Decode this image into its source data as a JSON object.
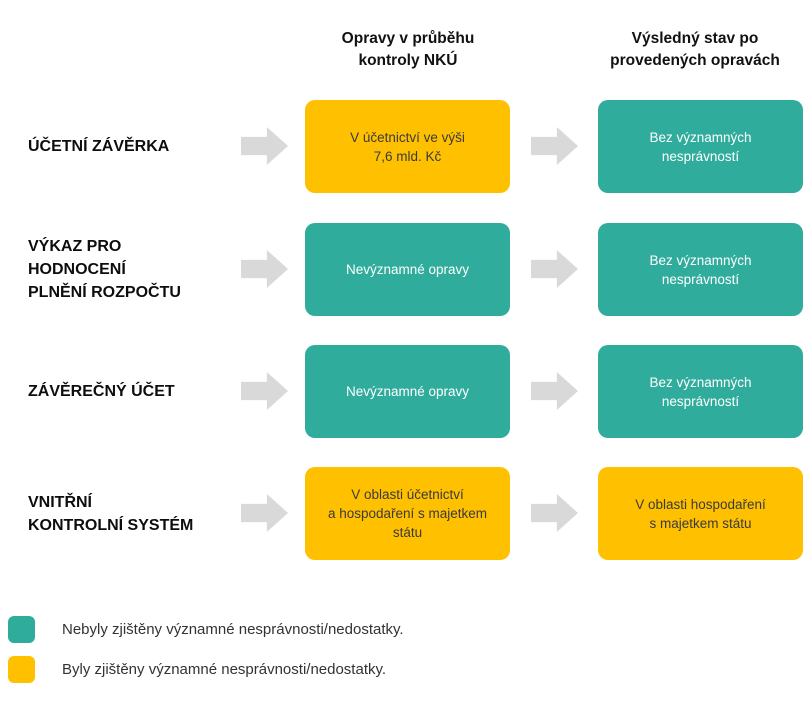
{
  "diagram": {
    "columns": [
      {
        "header": "Opravy v průběhu\nkontroly NKÚ"
      },
      {
        "header": "Výsledný stav po\nprovedených opravách"
      }
    ],
    "rows": [
      {
        "label": "ÚČETNÍ ZÁVĚRKA",
        "during": {
          "text": "V účetnictví ve výši\n7,6 mld. Kč",
          "status": "yellow"
        },
        "result": {
          "text": "Bez významných\nnesprávností",
          "status": "teal"
        }
      },
      {
        "label": "VÝKAZ PRO\nHODNOCENÍ\nPLNĚNÍ ROZPOČTU",
        "during": {
          "text": "Nevýznamné opravy",
          "status": "teal"
        },
        "result": {
          "text": "Bez významných\nnesprávností",
          "status": "teal"
        }
      },
      {
        "label": "ZÁVĚREČNÝ ÚČET",
        "during": {
          "text": "Nevýznamné opravy",
          "status": "teal"
        },
        "result": {
          "text": "Bez významných\nnesprávností",
          "status": "teal"
        }
      },
      {
        "label": "VNITŘNÍ\nKONTROLNÍ SYSTÉM",
        "during": {
          "text": "V oblasti účetnictví\na hospodaření s majetkem\nstátu",
          "status": "yellow"
        },
        "result": {
          "text": "V oblasti hospodaření\ns majetkem státu",
          "status": "yellow"
        }
      }
    ],
    "legend": [
      {
        "status": "teal",
        "text": "Nebyly zjištěny významné nesprávnosti/nedostatky."
      },
      {
        "status": "yellow",
        "text": "Byly zjištěny významné nesprávnosti/nedostatky."
      }
    ],
    "colors": {
      "teal": "#2fac9c",
      "yellow": "#ffc000",
      "arrow": "#d9d9d9",
      "dark_text": "#3a3a3a"
    }
  }
}
